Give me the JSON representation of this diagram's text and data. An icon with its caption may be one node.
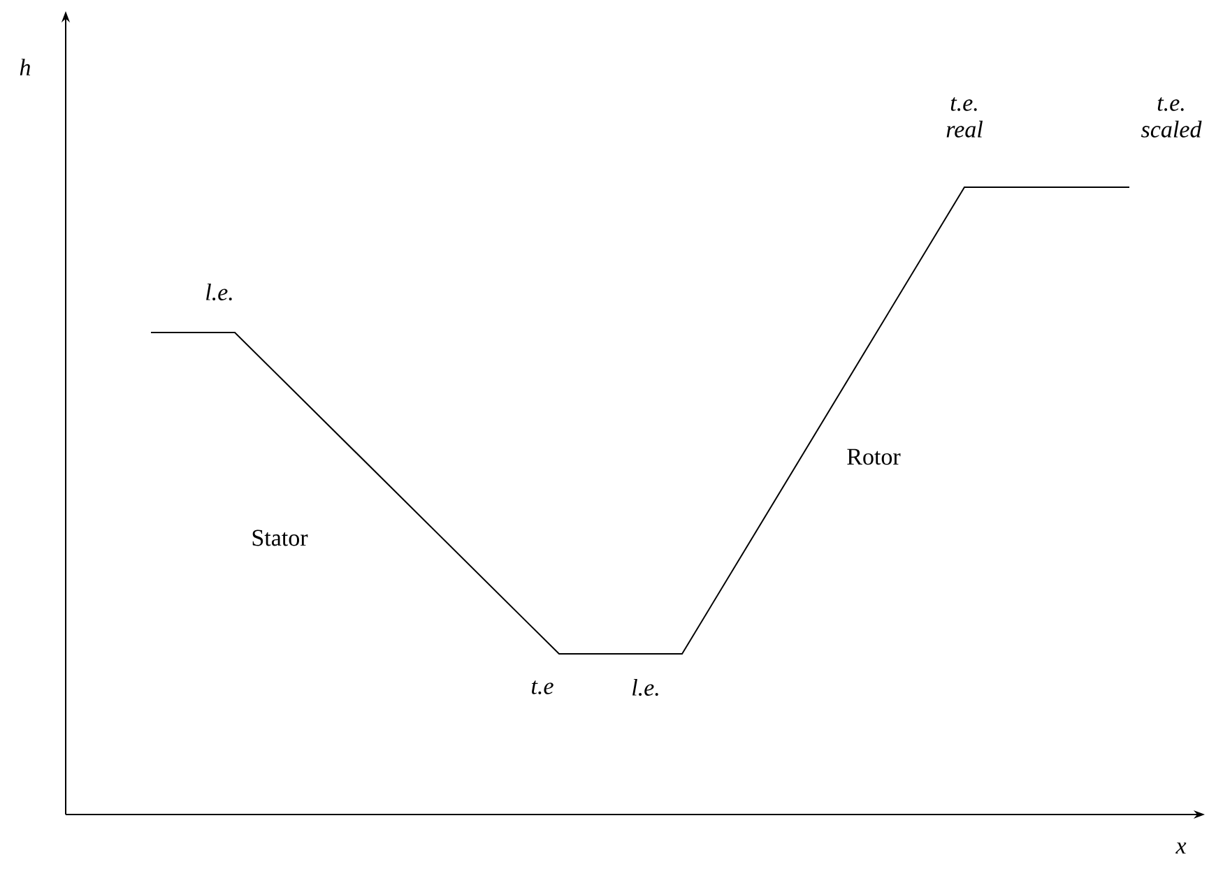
{
  "diagram": {
    "labels": [
      "h",
      "t.e. real",
      "t.e. scaled",
      "l.e.",
      "Rotor",
      "Stator",
      "t.e",
      "l.e.",
      "x"
    ]
  }
}
